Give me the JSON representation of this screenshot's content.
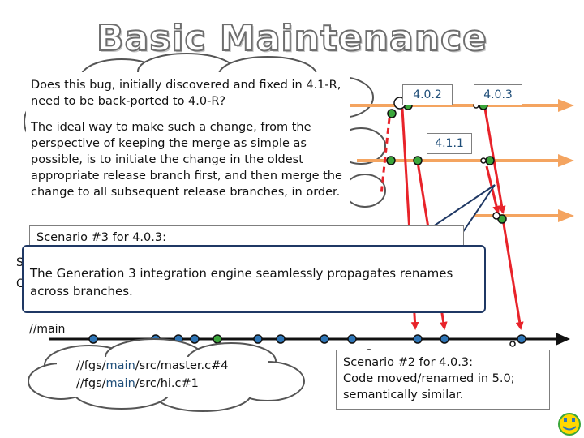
{
  "title": "Basic Maintenance",
  "callout_main": {
    "question": "Does this bug, initially discovered and fixed in 4.1-R, need to be back-ported to 4.0-R?",
    "explanation": "The ideal way to make such a change, from the perspective of keeping the merge as simple as possible, is to initiate the change in the oldest appropriate release branch first, and then merge the change to all subsequent release branches, in order."
  },
  "release_labels": [
    "4.0.2",
    "4.0.3",
    "4.1.1"
  ],
  "scenario3": "Scenario #3 for 4.0.3:",
  "generation3_note": "The Generation 3 integration engine seamlessly propagates renames across branches.",
  "partial_left": {
    "top": "S",
    "bottom": "C",
    "main": "//main"
  },
  "paths": {
    "line1_prefix": "//fgs/",
    "line1_hl": "main",
    "line1_suffix": "/src/master.c#4",
    "line2_prefix": "//fgs/",
    "line2_hl": "main",
    "line2_suffix": "/src/hi.c#1"
  },
  "scenario2": [
    "Scenario #2 for 4.0.3:",
    "Code moved/renamed in 5.0;",
    "semantically similar."
  ],
  "colors": {
    "branch_orange": "#f4a460",
    "arrow_red": "#e8232a",
    "node_green": "#3aa63a",
    "node_blue": "#2e75b6",
    "text_blue": "#1f4e79"
  },
  "icons": [
    "smiley-icon"
  ]
}
